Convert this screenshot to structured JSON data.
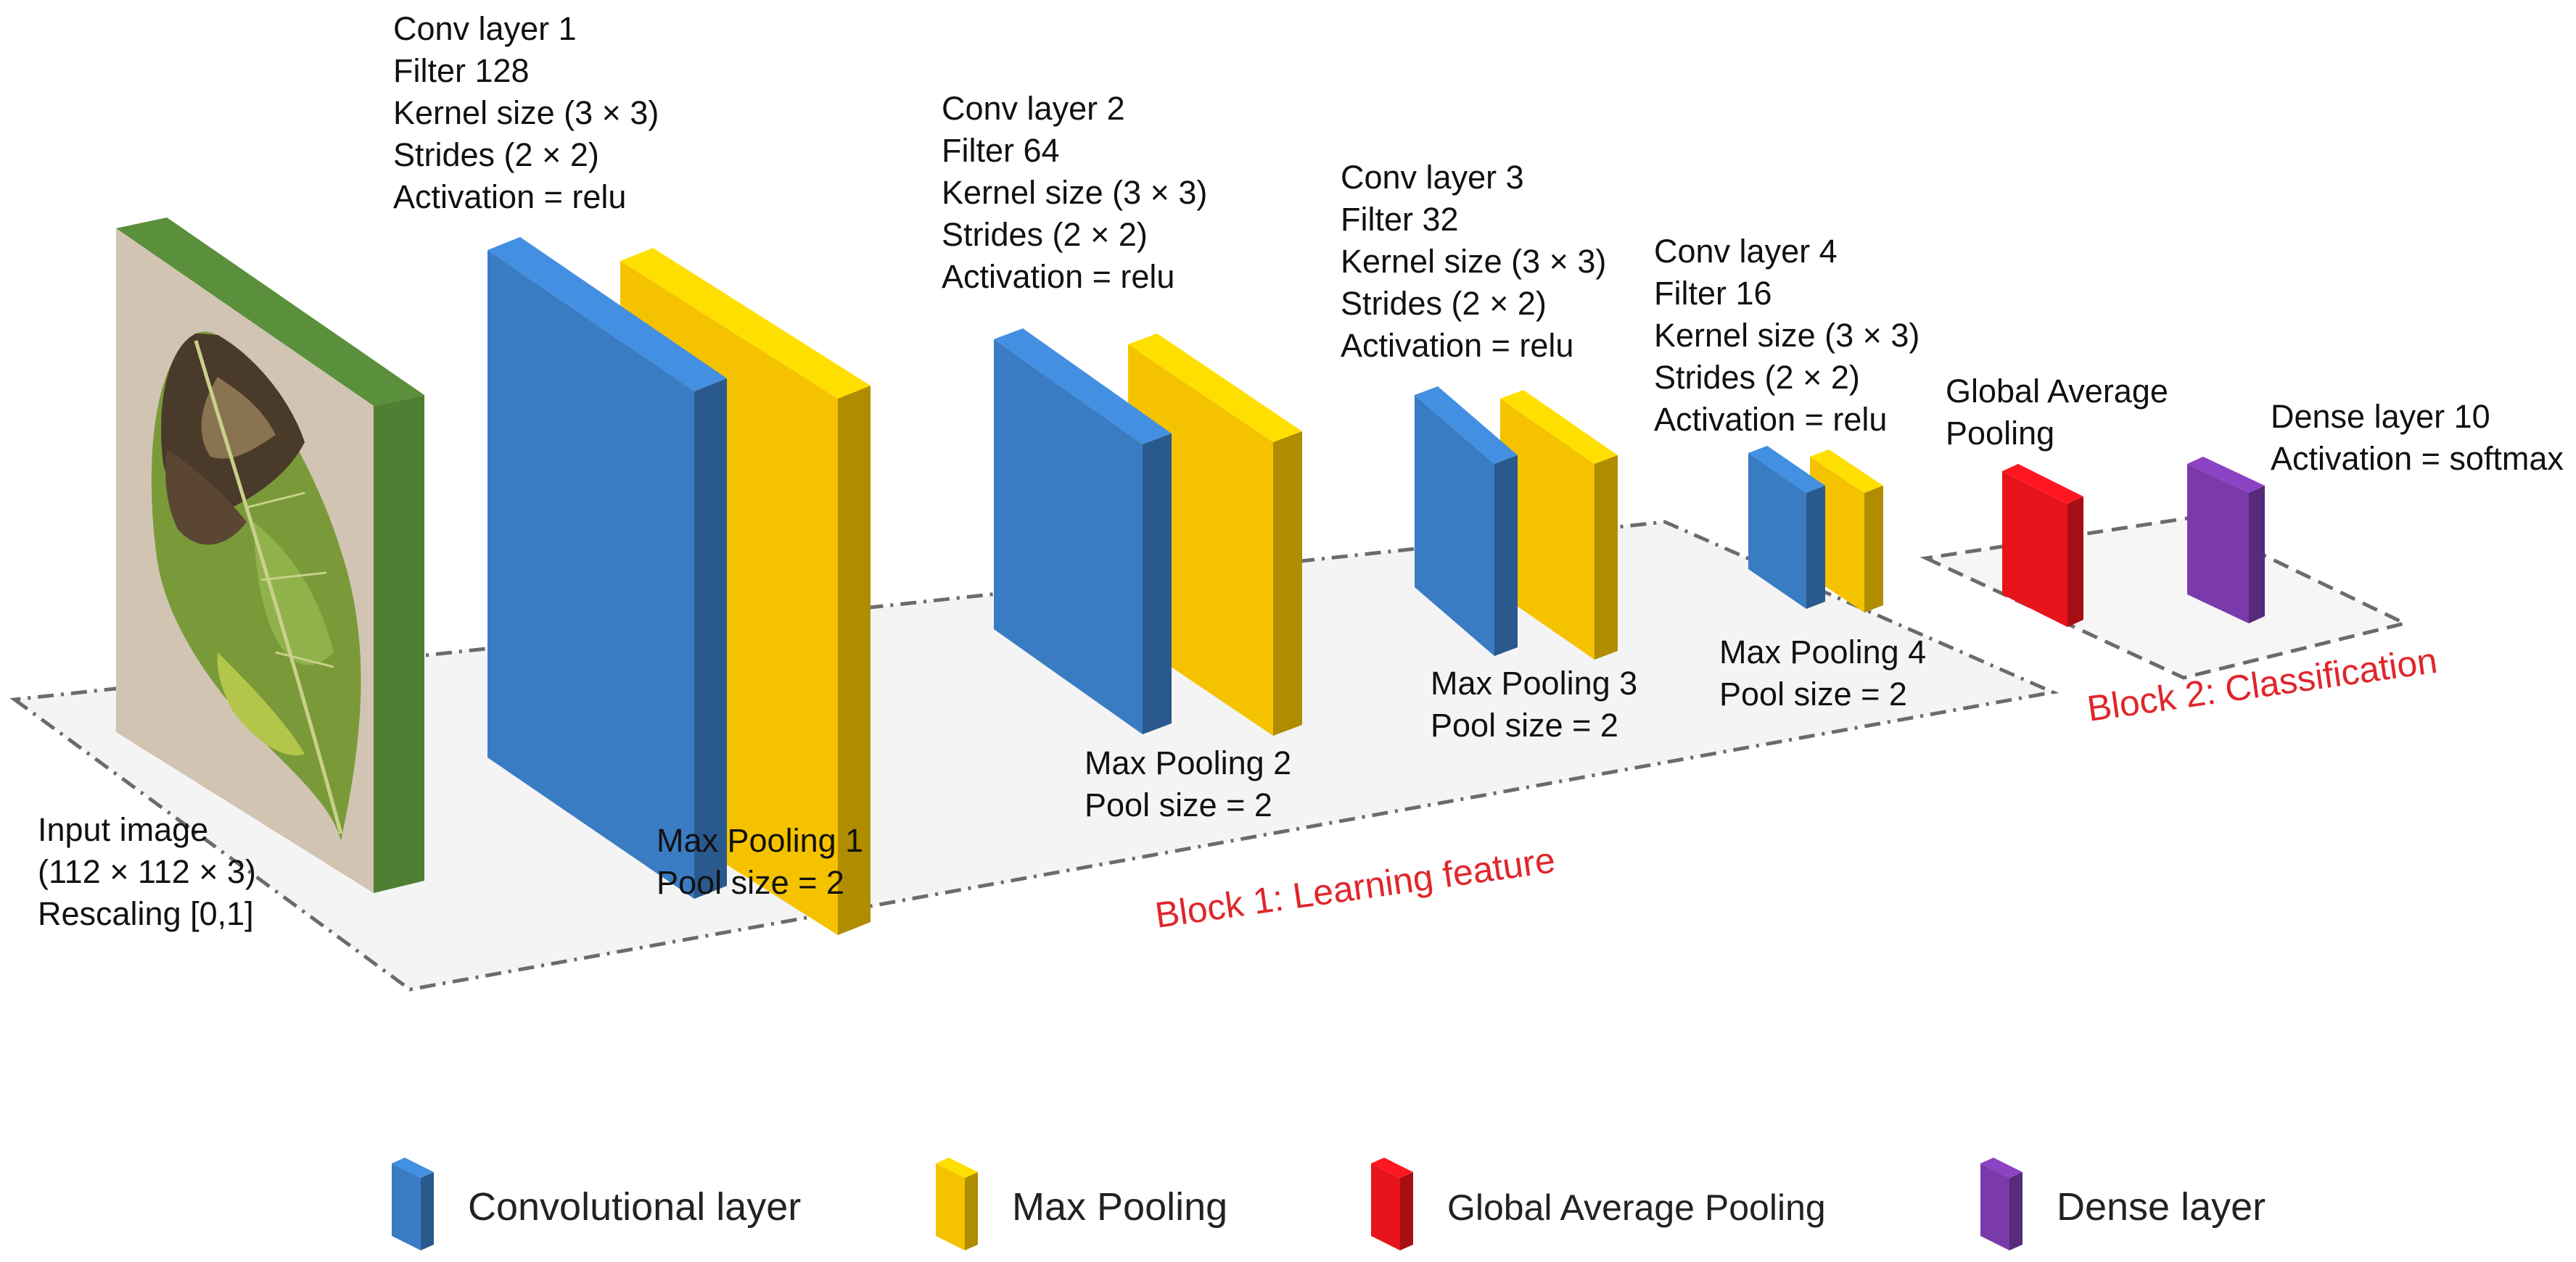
{
  "input": {
    "lines": [
      "Input image",
      "(112 × 112 × 3)",
      "Rescaling [0,1]"
    ]
  },
  "layers": [
    {
      "id": "conv1",
      "lines": [
        "Conv layer 1",
        "Filter 128",
        "Kernel size (3 × 3)",
        "Strides (2 × 2)",
        "Activation = relu"
      ]
    },
    {
      "id": "pool1",
      "lines": [
        "Max Pooling 1",
        "Pool size = 2"
      ]
    },
    {
      "id": "conv2",
      "lines": [
        "Conv layer 2",
        "Filter 64",
        "Kernel size (3 × 3)",
        "Strides (2 × 2)",
        "Activation = relu"
      ]
    },
    {
      "id": "pool2",
      "lines": [
        "Max Pooling 2",
        "Pool size = 2"
      ]
    },
    {
      "id": "conv3",
      "lines": [
        "Conv layer 3",
        "Filter 32",
        "Kernel size (3 × 3)",
        "Strides (2 × 2)",
        "Activation = relu"
      ]
    },
    {
      "id": "pool3",
      "lines": [
        "Max Pooling 3",
        "Pool size = 2"
      ]
    },
    {
      "id": "conv4",
      "lines": [
        "Conv layer 4",
        "Filter 16",
        "Kernel size (3 × 3)",
        "Strides (2 × 2)",
        "Activation = relu"
      ]
    },
    {
      "id": "pool4",
      "lines": [
        "Max Pooling 4",
        "Pool size = 2"
      ]
    },
    {
      "id": "gap",
      "lines": [
        "Global Average",
        "Pooling"
      ]
    },
    {
      "id": "dense",
      "lines": [
        "Dense layer 10",
        "Activation = softmax"
      ]
    }
  ],
  "blocks": {
    "block1": "Block 1: Learning feature",
    "block2": "Block 2: Classification"
  },
  "legend": [
    {
      "label": "Convolutional layer",
      "color": "#3a7cc4"
    },
    {
      "label": "Max Pooling",
      "color": "#f5c200"
    },
    {
      "label": "Global Average Pooling",
      "color": "#e8141c"
    },
    {
      "label": "Dense layer",
      "color": "#7a3aaa"
    }
  ],
  "colors": {
    "conv": "#3a7cc4",
    "pool": "#f5c200",
    "gap": "#e8141c",
    "dense": "#7a3aaa",
    "input_border": "#5a8f3c",
    "block_label": "#e0262b"
  }
}
